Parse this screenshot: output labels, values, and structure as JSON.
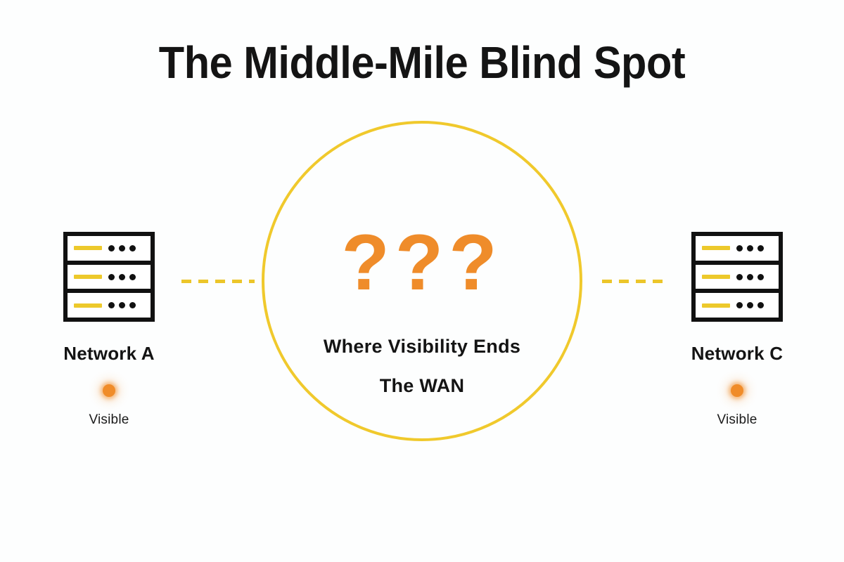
{
  "page": {
    "title": "The Middle-Mile Blind Spot",
    "background_color": "#fdfefe"
  },
  "colors": {
    "accent_yellow": "#f0c92c",
    "rack_bar_yellow": "#edc92b",
    "accent_orange": "#ef8c2a",
    "status_orange": "#f08c29",
    "ink": "#141414"
  },
  "nodes": [
    {
      "id": "network-a",
      "name": "Network A",
      "status": "Visible",
      "rack": {
        "bays": [
          {
            "bar": true,
            "dots": 3
          },
          {
            "bar": true,
            "dots": 3
          },
          {
            "bar": true,
            "dots": 3
          }
        ]
      }
    },
    {
      "id": "network-c",
      "name": "Network C",
      "status": "Visible",
      "rack": {
        "bays": [
          {
            "bar": true,
            "dots": 3
          },
          {
            "bar": true,
            "dots": 3
          },
          {
            "bar": true,
            "dots": 3
          }
        ]
      }
    }
  ],
  "center": {
    "symbol": "???",
    "line1": "Where Visibility Ends",
    "line2": "The WAN"
  },
  "links": [
    {
      "id": "link-a-to-center",
      "style": "dashed",
      "color": "#ecc62a"
    },
    {
      "id": "link-center-to-c",
      "style": "dashed",
      "color": "#ecc62a"
    }
  ]
}
